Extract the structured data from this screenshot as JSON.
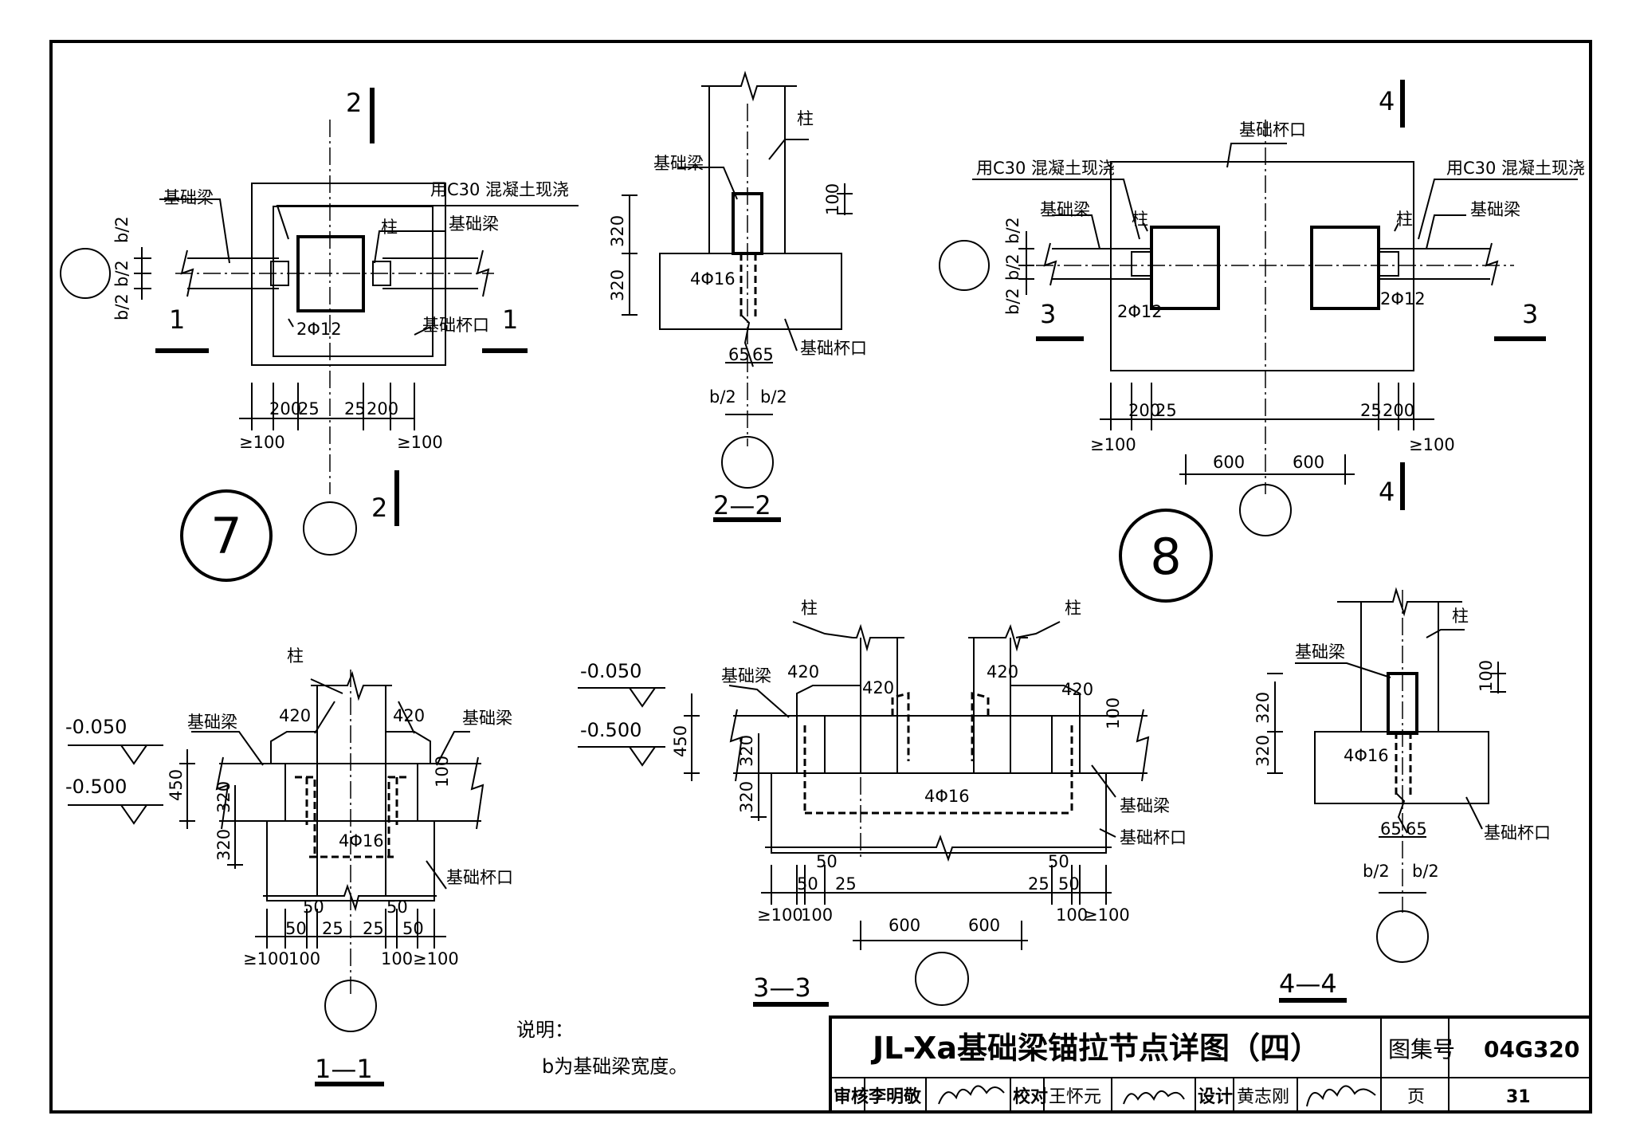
{
  "labels": {
    "foundation_beam": "基础梁",
    "column": "柱",
    "foundation_cup": "基础杯口",
    "cast_c30": "用C30 混凝土现浇",
    "rebar_2phi12": "2Φ12",
    "rebar_4phi16": "4Φ16"
  },
  "dims": {
    "d200": "200",
    "d25": "25",
    "d100": "100",
    "ge100": "≥100",
    "d320": "320",
    "d65": "65",
    "d420": "420",
    "d450": "450",
    "d50": "50",
    "d600": "600",
    "b2": "b/2"
  },
  "elevations": {
    "e1": "-0.050",
    "e2": "-0.500"
  },
  "marks": {
    "m1": "1",
    "m2": "2",
    "m3": "3",
    "m4": "4",
    "detail7": "7",
    "detail8": "8"
  },
  "sections": {
    "s11": "1—1",
    "s22": "2—2",
    "s33": "3—3",
    "s44": "4—4"
  },
  "notes": {
    "heading": "说明：",
    "body": "b为基础梁宽度。"
  },
  "title_block": {
    "title": "JL-Xa基础梁锚拉节点详图（四）",
    "atlas_label": "图集号",
    "atlas_no": "04G320",
    "review_label": "审核",
    "review_name": "李明敬",
    "check_label": "校对",
    "check_name": "王怀元",
    "design_label": "设计",
    "design_name": "黄志刚",
    "page_label": "页",
    "page_no": "31"
  }
}
